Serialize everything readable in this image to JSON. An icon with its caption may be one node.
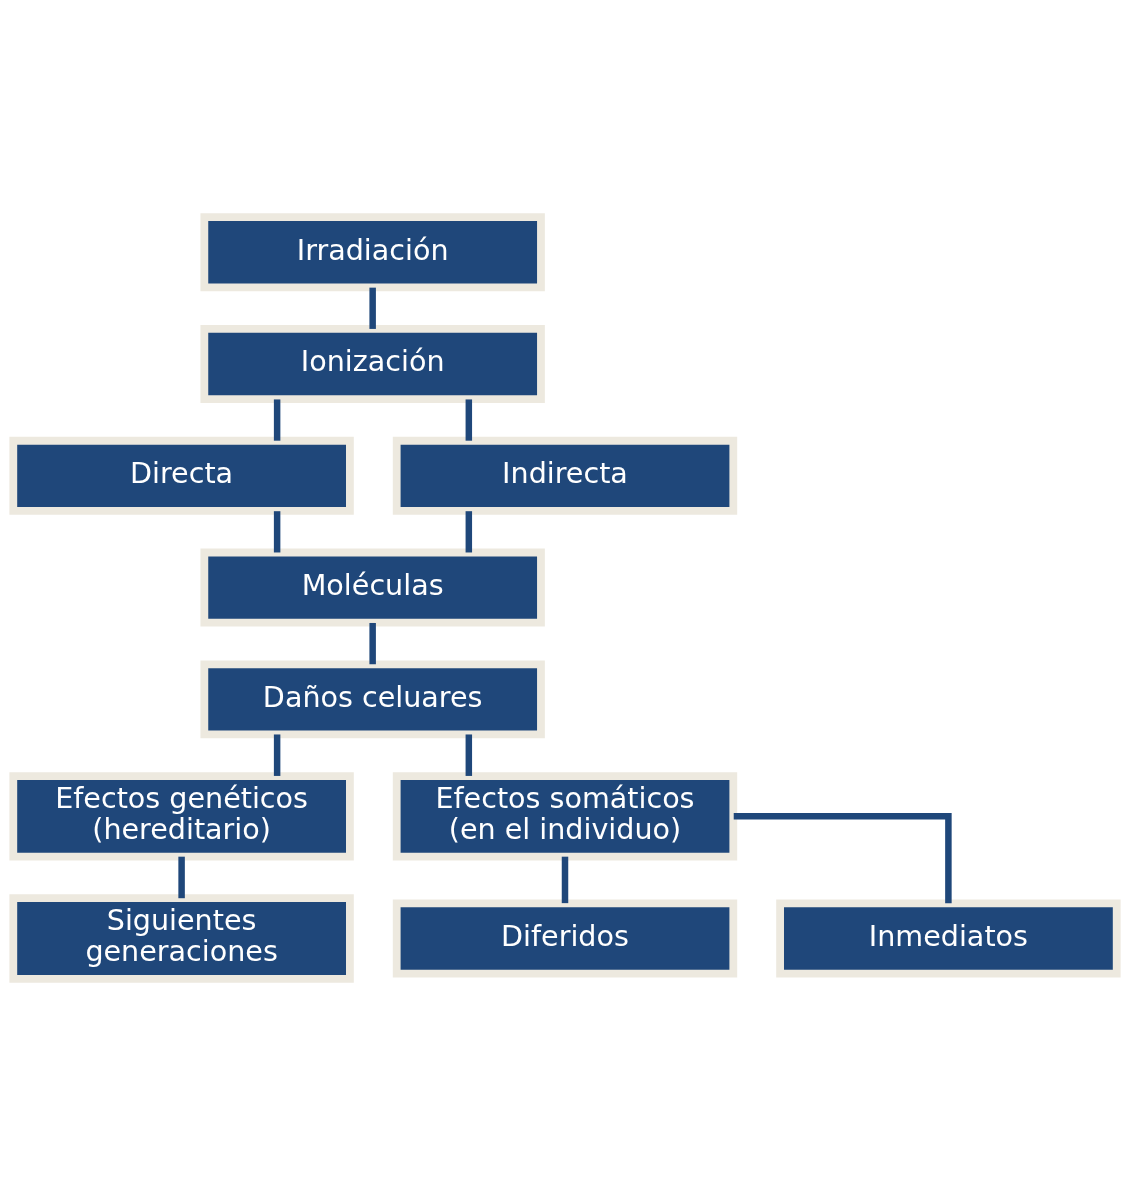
{
  "diagram": {
    "nodes": [
      {
        "text": [
          "Irradiación"
        ]
      },
      {
        "text": [
          "Ionización"
        ]
      },
      {
        "text": [
          "Directa"
        ]
      },
      {
        "text": [
          "Indirecta"
        ]
      },
      {
        "text": [
          "Moléculas"
        ]
      },
      {
        "text": [
          "Daños celuares"
        ]
      },
      {
        "text": [
          "Efectos genéticos (hereditario)"
        ]
      },
      {
        "text": [
          "Efectos somáticos (en el individuo)"
        ]
      },
      {
        "text": [
          "Siguientes generaciones"
        ]
      },
      {
        "text": [
          "Diferidos"
        ]
      },
      {
        "text": [
          "Inmediatos"
        ]
      }
    ],
    "edges": [
      {
        "from": 0,
        "to": 1,
        "arrow": "none"
      },
      {
        "from": 1,
        "to": 2,
        "arrow": "none"
      },
      {
        "from": 1,
        "to": 3,
        "arrow": "none"
      },
      {
        "from": 2,
        "to": 4,
        "arrow": "none"
      },
      {
        "from": 3,
        "to": 4,
        "arrow": "none"
      },
      {
        "from": 4,
        "to": 5,
        "arrow": "none"
      },
      {
        "from": 5,
        "to": 6,
        "arrow": "none"
      },
      {
        "from": 5,
        "to": 7,
        "arrow": "none"
      },
      {
        "from": 6,
        "to": 8,
        "arrow": "none"
      },
      {
        "from": 7,
        "to": 9,
        "arrow": "none"
      },
      {
        "from": 7,
        "to": 10,
        "arrow": "none"
      }
    ]
  }
}
